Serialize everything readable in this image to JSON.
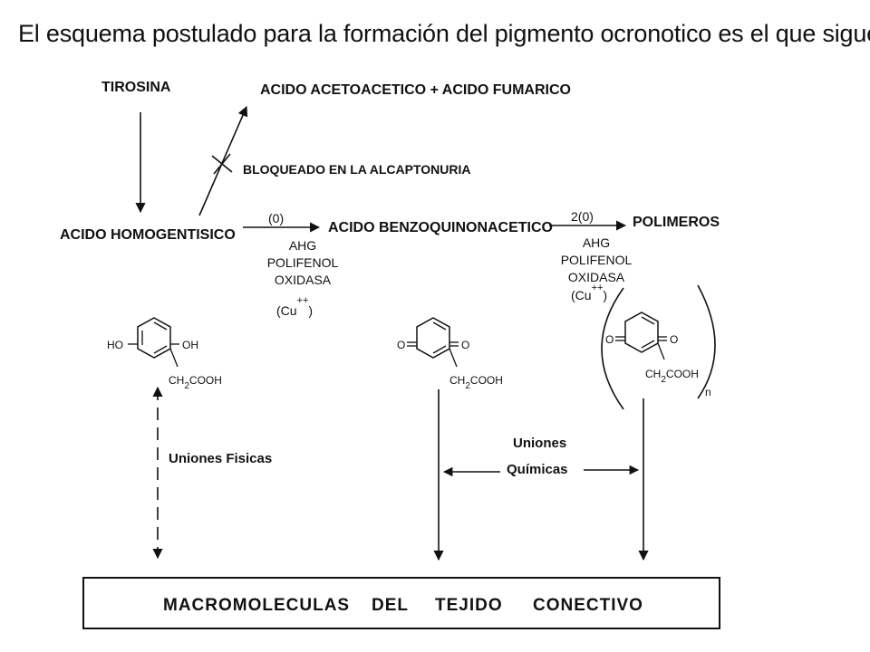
{
  "title": "El esquema postulado para la formación del pigmento ocronotico es el que sigue:",
  "nodes": {
    "tirosina": "TIROSINA",
    "acetoacetico": "ACIDO ACETOACETICO + ACIDO FUMARICO",
    "bloqueado": "BLOQUEADO EN LA ALCAPTONURIA",
    "homogentisico": "ACIDO HOMOGENTISICO",
    "benzoquinon": "ACIDO BENZOQUINONACETICO",
    "polimeros": "POLIMEROS"
  },
  "step1": {
    "reagent": "(0)",
    "enzyme": [
      "AHG",
      "POLIFENOL",
      "OXIDASA"
    ],
    "cofactor": "(Cu",
    "cofactor_sup": "++",
    "cofactor_close": ")"
  },
  "step2": {
    "reagent": "2(0)",
    "enzyme": [
      "AHG",
      "POLIFENOL",
      "OXIDASA"
    ],
    "cofactor": "(Cu",
    "cofactor_sup": "++",
    "cofactor_close": ")"
  },
  "structures": {
    "s1": {
      "left": "HO",
      "right": "OH",
      "chain": "CH",
      "chain_sub": "2",
      "chain_tail": "COOH"
    },
    "s2": {
      "left": "O",
      "right": "O",
      "chain": "CH",
      "chain_sub": "2",
      "chain_tail": "COOH"
    },
    "s3": {
      "left": "O",
      "right": "O",
      "chain": "CH",
      "chain_sub": "2",
      "chain_tail": "COOH",
      "subscript_n": "n"
    }
  },
  "uniones_fisicas": "Uniones Fisicas",
  "uniones_quimicas": [
    "Uniones",
    "Químicas"
  ],
  "box_words": [
    "MACROMOLECULAS",
    "DEL",
    "TEJIDO",
    "CONECTIVO"
  ]
}
